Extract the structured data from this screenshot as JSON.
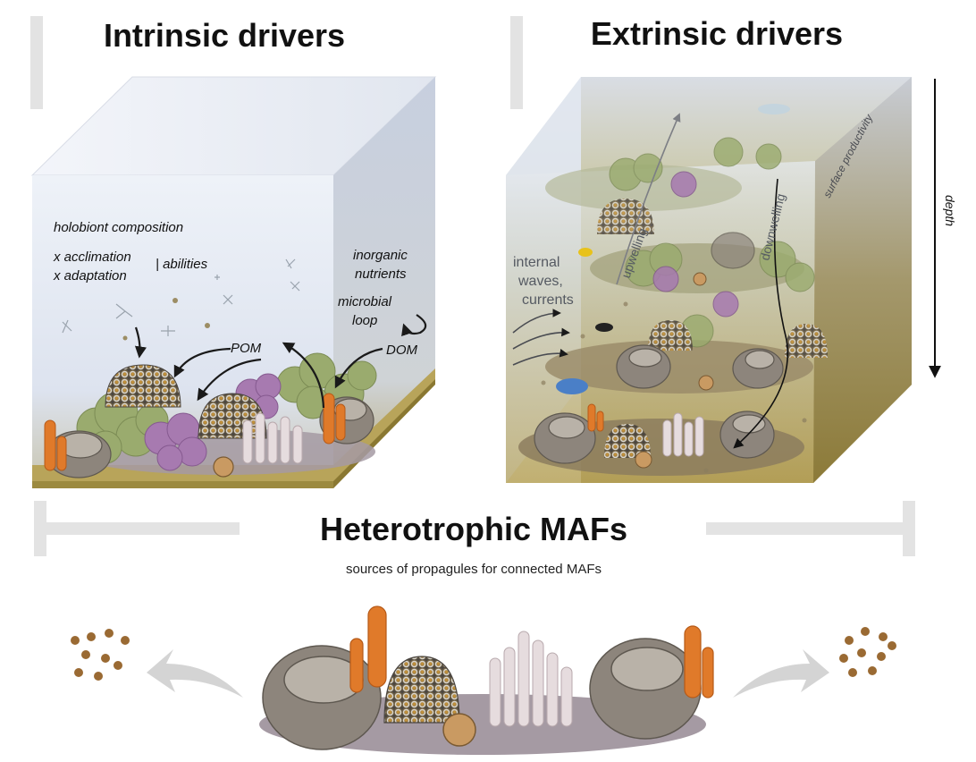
{
  "intrinsic": {
    "title": "Intrinsic drivers",
    "holobiont": "holobiont composition",
    "acclimation": "x acclimation",
    "adaptation": "x adaptation",
    "abilities": "| abilities",
    "inorganic_1": "inorganic",
    "inorganic_2": "nutrients",
    "microbial_1": "microbial",
    "microbial_2": "loop",
    "pom": "POM",
    "dom": "DOM"
  },
  "extrinsic": {
    "title": "Extrinsic drivers",
    "internal_1": "internal",
    "internal_2": "waves,",
    "internal_3": "currents",
    "upwelling": "upwelling",
    "downwelling": "downwelling",
    "surface_productivity": "surface productivity",
    "depth": "depth"
  },
  "bottom": {
    "title": "Heterotrophic MAFs",
    "subtitle": "sources of propagules for connected MAFs"
  },
  "colors": {
    "water": "#dfe6f2",
    "sediment": "#a99a55",
    "coral_green": "#9aab6e",
    "coral_purple": "#a77ab0",
    "coral_orange": "#e07a2a",
    "coral_grey": "#8d857c",
    "bracket": "#e3e3e3",
    "arrow_grey": "#d4d4d4",
    "propagule": "#9a6a33"
  }
}
